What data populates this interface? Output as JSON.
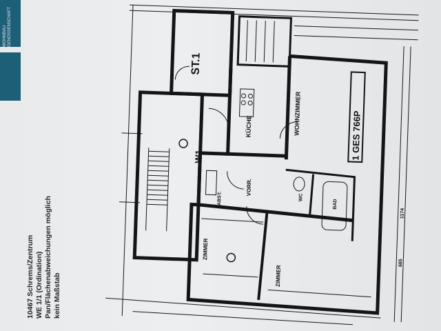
{
  "logo": {
    "lines": [
      "WOHNBAU",
      "GENOSSENSCHAFT"
    ],
    "color": "#1e5f78"
  },
  "caption": {
    "line1": "10467 Schrems/Zentrum",
    "line2": "WE 1/1 (Ordination)",
    "line3": "Pan/Flächenabweichungen möglich",
    "line4": "kein Maßstab"
  },
  "plan": {
    "rooms": {
      "stair": "ST.1",
      "kitchen": "KÜCHE",
      "living": "WOHNZIMMER",
      "unit": "W1",
      "hall": "VORR.",
      "room1": "ZIMMER",
      "room2": "ZIMMER",
      "bath": "BAD",
      "wc": "WC",
      "storage": "ABST."
    },
    "stamp": "1 GES 766P",
    "dimensions": {
      "d1": "665",
      "d2": "1174"
    }
  }
}
